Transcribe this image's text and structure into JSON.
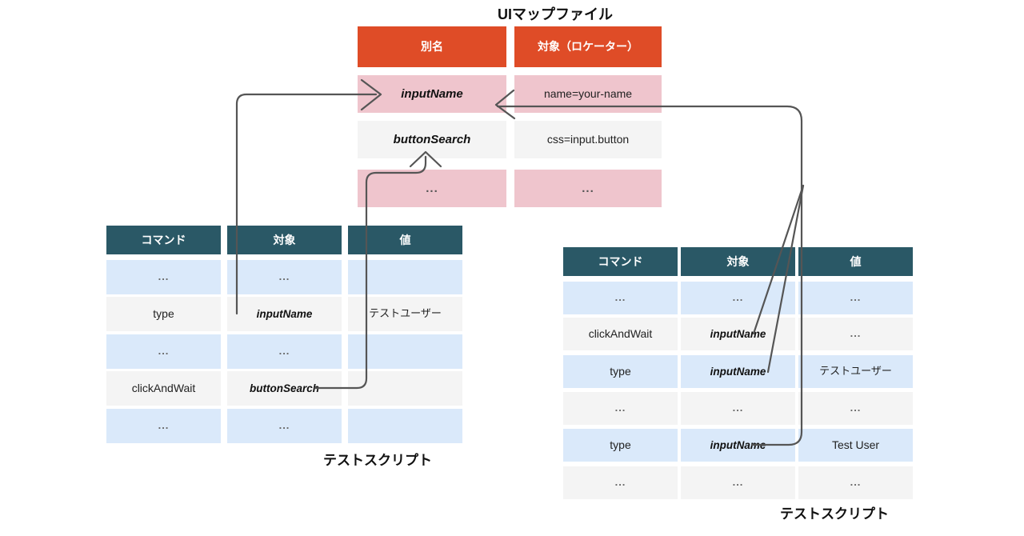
{
  "titles": {
    "uimap": "UIマップファイル",
    "script_left": "テストスクリプト",
    "script_right": "テストスクリプト"
  },
  "colors": {
    "header_orange": "#DF4C27",
    "header_teal": "#2A5866",
    "row_pink": "#EFC5CD",
    "row_grey": "#F4F4F4",
    "row_blue": "#DAE9FA",
    "connector": "#555555"
  },
  "uimap_table": {
    "headers": [
      "別名",
      "対象（ロケーター）"
    ],
    "rows": [
      {
        "alias": "inputName",
        "locator": "name=your-name",
        "style": "pink"
      },
      {
        "alias": "buttonSearch",
        "locator": "css=input.button",
        "style": "grey"
      },
      {
        "alias": "...",
        "locator": "...",
        "style": "pink"
      }
    ]
  },
  "left_script": {
    "headers": [
      "コマンド",
      "対象",
      "値"
    ],
    "rows": [
      {
        "command": "...",
        "target": "...",
        "value": "",
        "style": "blue"
      },
      {
        "command": "type",
        "target": "inputName",
        "value": "テストユーザー",
        "style": "grey"
      },
      {
        "command": "...",
        "target": "...",
        "value": "",
        "style": "blue"
      },
      {
        "command": "clickAndWait",
        "target": "buttonSearch",
        "value": "",
        "style": "grey"
      },
      {
        "command": "...",
        "target": "...",
        "value": "",
        "style": "blue"
      }
    ]
  },
  "right_script": {
    "headers": [
      "コマンド",
      "対象",
      "値"
    ],
    "rows": [
      {
        "command": "...",
        "target": "...",
        "value": "...",
        "style": "blue"
      },
      {
        "command": "clickAndWait",
        "target": "inputName",
        "value": "...",
        "style": "grey"
      },
      {
        "command": "type",
        "target": "inputName",
        "value": "テストユーザー",
        "style": "blue"
      },
      {
        "command": "...",
        "target": "...",
        "value": "...",
        "style": "grey"
      },
      {
        "command": "type",
        "target": "inputName",
        "value": "Test User",
        "style": "blue"
      },
      {
        "command": "...",
        "target": "...",
        "value": "...",
        "style": "grey"
      }
    ]
  }
}
